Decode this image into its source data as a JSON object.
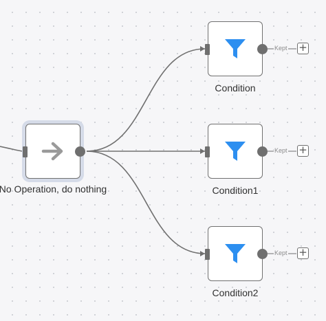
{
  "nodes": {
    "noop": {
      "label": "No Operation, do nothing",
      "icon": "arrow-right-icon"
    },
    "condition": {
      "label": "Condition",
      "icon": "filter-icon",
      "output_label": "Kept"
    },
    "condition1": {
      "label": "Condition1",
      "icon": "filter-icon",
      "output_label": "Kept"
    },
    "condition2": {
      "label": "Condition2",
      "icon": "filter-icon",
      "output_label": "Kept"
    }
  },
  "add_button": {
    "symbol": "+"
  },
  "colors": {
    "filter_icon": "#2d8ff0",
    "arrow_icon": "#9a9a9a",
    "edge": "#707070",
    "selection_ring": "#d5dbe8"
  }
}
